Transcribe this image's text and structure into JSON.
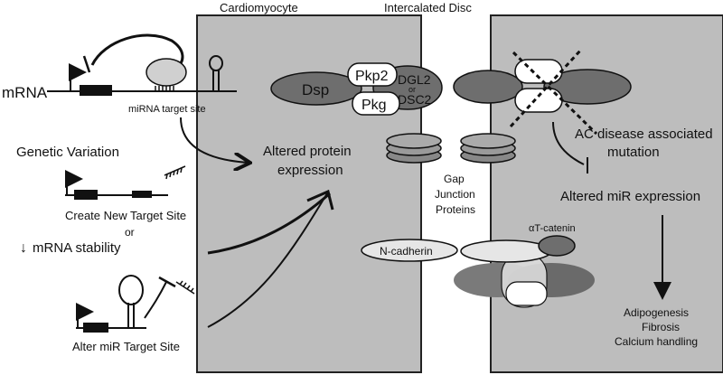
{
  "headers": {
    "left": "Cardiomyocyte",
    "right": "Intercalated Disc"
  },
  "mrna": {
    "label": "mRNA",
    "target_site": "miRNA target site"
  },
  "genetic": {
    "title": "Genetic Variation",
    "new_site": "Create New Target Site",
    "or": "or",
    "stability_arrow": "↓",
    "stability": "mRNA stability",
    "alter_site": "Alter miR Target Site"
  },
  "proteins": {
    "dsp": "Dsp",
    "pkp2": "Pkp2",
    "pkg": "Pkg",
    "dgl2": "DGL2",
    "or": "or",
    "dsc2": "DSC2",
    "gap_line1": "Gap",
    "gap_line2": "Junction",
    "gap_line3": "Proteins",
    "ncadherin": "N-cadherin",
    "catenin": "αT-catenin"
  },
  "effects": {
    "altered_protein_1": "Altered protein",
    "altered_protein_2": "expression",
    "ac_mutation_1": "AC disease associated",
    "ac_mutation_2": "mutation",
    "altered_mir": "Altered miR expression",
    "outcome_1": "Adipogenesis",
    "outcome_2": "Fibrosis",
    "outcome_3": "Calcium handling"
  },
  "colors": {
    "cell": "#bdbdbd",
    "dark": "#6e6e6e",
    "mid": "#9a9a9a",
    "light": "#e6e6e6"
  }
}
